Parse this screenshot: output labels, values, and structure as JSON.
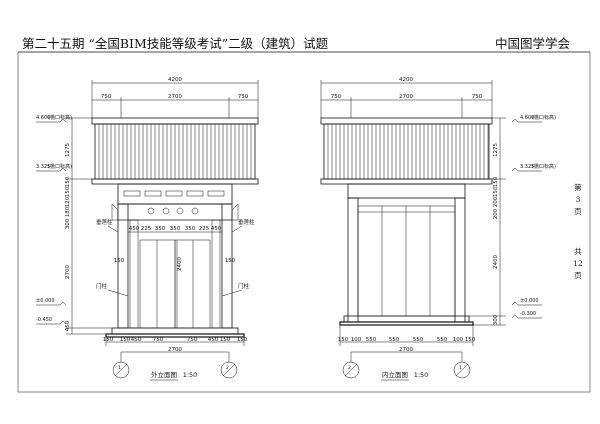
{
  "header": {
    "title": "第二十五期 “全国BIM技能等级考试”二级（建筑）试题",
    "org": "中国图学学会"
  },
  "side_note": {
    "page_label_1": "第",
    "page_num": "3",
    "page_label_2": "页",
    "total_label_1": "共",
    "total_num": "12",
    "total_label_2": "页"
  },
  "front": {
    "title": "外立面图",
    "scale": "1:50",
    "top_total": "4200",
    "top_dims": [
      "750",
      "2700",
      "750"
    ],
    "bottom_total": "2700",
    "bottom_dims": [
      "150",
      "150",
      "450",
      "750",
      "750",
      "450",
      "150",
      "150"
    ],
    "inner_dims": [
      "450",
      "225",
      "350",
      "350",
      "350",
      "225",
      "450"
    ],
    "small_150": "150",
    "height_2400": "2400",
    "left_dims": [
      "1275",
      "150",
      "150",
      "120",
      "180",
      "300",
      "2700",
      "450"
    ],
    "levels": [
      {
        "value": "4.600",
        "note": "(檐口标高)"
      },
      {
        "value": "3.325",
        "note": "(檐口标高)"
      },
      {
        "value": "±0.000",
        "note": ""
      },
      {
        "value": "-0.450",
        "note": ""
      }
    ],
    "labels": {
      "pillar_a": "垂莲柱",
      "pillar_b": "垂莲柱",
      "door_a": "门柱",
      "door_b": "门柱"
    },
    "axis": [
      "1",
      "2"
    ]
  },
  "back": {
    "title": "内立面图",
    "scale": "1:50",
    "top_total": "4200",
    "top_dims": [
      "750",
      "2700",
      "750"
    ],
    "bottom_total": "2700",
    "bottom_dims": [
      "150",
      "100",
      "550",
      "550",
      "550",
      "550",
      "100",
      "150"
    ],
    "right_dims": [
      "1275",
      "150",
      "150",
      "200",
      "200",
      "2400",
      "300"
    ],
    "levels": [
      {
        "value": "4.600",
        "note": "(檐口标高)"
      },
      {
        "value": "3.325",
        "note": "(檐口标高)"
      },
      {
        "value": "±0.000",
        "note": ""
      },
      {
        "value": "-0.300",
        "note": ""
      }
    ],
    "axis": [
      "2",
      "1"
    ]
  }
}
